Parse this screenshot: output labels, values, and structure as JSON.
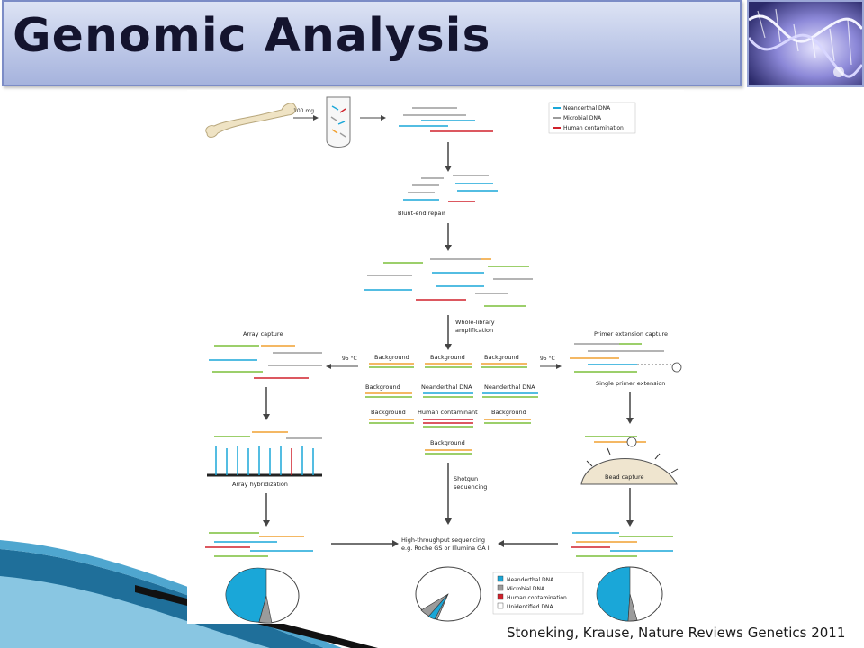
{
  "slide": {
    "title": "Genomic Analysis",
    "credit": "Stoneking, Krause, Nature Reviews Genetics 2011"
  },
  "figure": {
    "sample_mass": "100 mg",
    "legend_top": [
      "Neanderthal DNA",
      "Microbial DNA",
      "Human contamination"
    ],
    "blunt_end": "Blunt-end repair",
    "amplification": [
      "Whole-library",
      "amplification"
    ],
    "array_capture": "Array capture",
    "primer_capture": "Primer extension capture",
    "temp_left": "95 °C",
    "temp_right": "95 °C",
    "grid_row1": [
      "Background",
      "Background",
      "Background"
    ],
    "grid_row2": [
      "Background",
      "Neanderthal DNA",
      "Neanderthal DNA"
    ],
    "grid_row3": [
      "Background",
      "Human contaminant",
      "Background"
    ],
    "grid_row4": "Background",
    "single_primer": "Single primer extension",
    "array_hyb": "Array hybridization",
    "bead_capture": "Bead capture",
    "shotgun": [
      "Shotgun",
      "sequencing"
    ],
    "hts": [
      "High-throughput sequencing",
      "e.g. Roche GS or Illumina GA II"
    ],
    "legend_bottom": [
      "Neanderthal DNA",
      "Microbial DNA",
      "Human contamination",
      "Unidentified DNA"
    ],
    "colors": {
      "neanderthal": "#1aa7d8",
      "microbial": "#9b9b9b",
      "human": "#d0212b",
      "adapter_green": "#7cbf3a",
      "adapter_orange": "#f0a030"
    }
  }
}
